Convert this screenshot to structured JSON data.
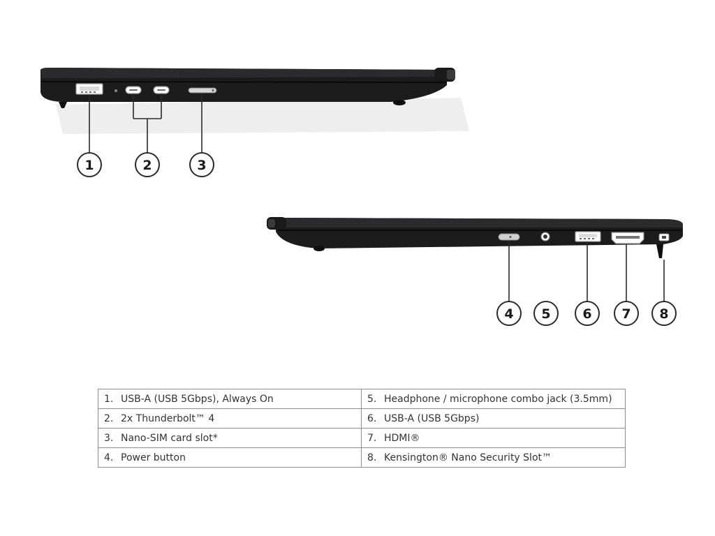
{
  "callouts": {
    "c1": "1",
    "c2": "2",
    "c3": "3",
    "c4": "4",
    "c5": "5",
    "c6": "6",
    "c7": "7",
    "c8": "8"
  },
  "table": {
    "rows": [
      {
        "left": {
          "num": "1.",
          "text": "USB-A (USB 5Gbps), Always On"
        },
        "right": {
          "num": "5.",
          "text": "Headphone / microphone combo jack (3.5mm)"
        }
      },
      {
        "left": {
          "num": "2.",
          "text": "2x Thunderbolt™ 4"
        },
        "right": {
          "num": "6.",
          "text": "USB-A (USB 5Gbps)"
        }
      },
      {
        "left": {
          "num": "3.",
          "text": "Nano-SIM card slot*"
        },
        "right": {
          "num": "7.",
          "text": "HDMI®"
        }
      },
      {
        "left": {
          "num": "4.",
          "text": "Power button"
        },
        "right": {
          "num": "8.",
          "text": "Kensington® Nano Security Slot™"
        }
      }
    ]
  },
  "colors": {
    "laptop_body": "#1c1c1d",
    "callout_stroke": "#2a2a2a",
    "table_border": "#8c8c8c",
    "text": "#333333"
  },
  "icons": [
    "usb-a-port",
    "usb-c-port",
    "sim-slot",
    "power-button",
    "audio-jack",
    "hdmi-port",
    "security-slot"
  ]
}
